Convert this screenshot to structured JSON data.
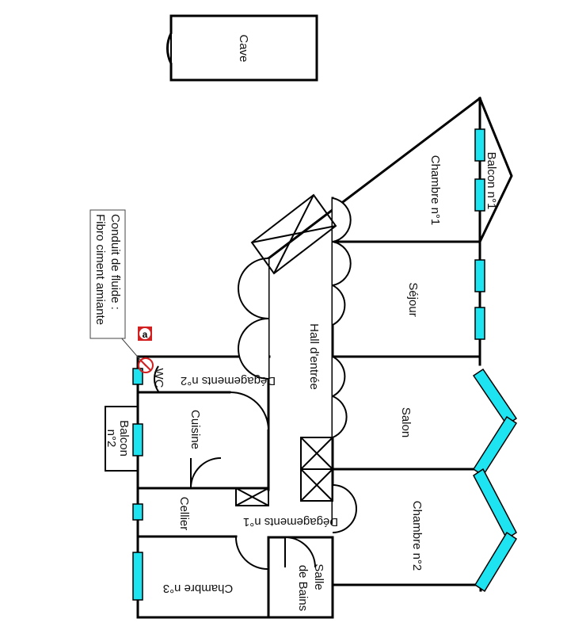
{
  "plan": {
    "rooms": {
      "cave": "Cave",
      "balcon1": "Balcon n°1",
      "chambre1": "Chambre n°1",
      "sejour": "Séjour",
      "hall": "Hall d'entrée",
      "salon": "Salon",
      "degagements2": "Dégagements n°2",
      "wc": "WC",
      "cuisine": "Cuisine",
      "balcon2_a": "Balcon",
      "balcon2_b": "n°2",
      "cellier": "Cellier",
      "degagements1": "Dégagements n°1",
      "chambre2": "Chambre n°2",
      "salle_a": "Salle",
      "salle_b": "de Bains",
      "chambre3": "Chambre n°3"
    },
    "annotation": {
      "line1": "Conduit de fluide :",
      "line2": "Fibro ciment amiante",
      "marker": "a"
    },
    "colors": {
      "window": "#1ee3f0",
      "wall": "#000000",
      "hazard": "#d21f1f"
    }
  }
}
